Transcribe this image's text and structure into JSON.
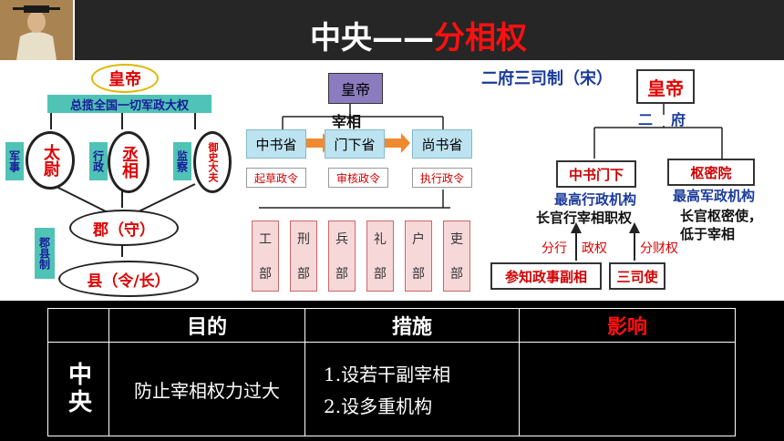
{
  "header": {
    "title_black": "中央——",
    "title_red": "分相权"
  },
  "qin": {
    "emperor": "皇帝",
    "banner": "总揽全国一切军政大权",
    "label_mil": "军事",
    "label_admin": "行政",
    "label_sup": "监察",
    "taiwei": "太尉",
    "chengxiang": "丞相",
    "yushi": "御史大夫",
    "jun": "郡（守）",
    "county_label": "郡县制",
    "xian": "县（令/长）"
  },
  "sui": {
    "emperor": "皇帝",
    "zaixiang": "宰相",
    "depts": [
      "中书省",
      "门下省",
      "尚书省"
    ],
    "roles": [
      "起草政令",
      "审核政令",
      "执行政令"
    ],
    "bu": [
      [
        "工",
        "部"
      ],
      [
        "刑",
        "部"
      ],
      [
        "兵",
        "部"
      ],
      [
        "礼",
        "部"
      ],
      [
        "户",
        "部"
      ],
      [
        "吏",
        "部"
      ]
    ]
  },
  "song": {
    "title": "二府三司制（宋）",
    "emperor": "皇帝",
    "er": "二",
    "fu": "府",
    "zhongshu": "中书门下",
    "shumi": "枢密院",
    "zhongshu_desc": "最高行政机构",
    "zhongshu_head": "长官行宰相职权",
    "shumi_desc": "最高军政机构",
    "shumi_head1": "长官枢密使，",
    "shumi_head2": "低于宰相",
    "split1": "分行",
    "split1b": "政权",
    "split2": "分财权",
    "canzhi": "参知政事副相",
    "sansi": "三司使"
  },
  "table": {
    "headers": [
      "",
      "目的",
      "措施",
      "影响"
    ],
    "row_label": "中央",
    "purpose": "防止宰相权力过大",
    "measures": [
      "1.设若干副宰相",
      "2.设多重机构"
    ],
    "effect": ""
  },
  "colors": {
    "accent_red": "#ff1010",
    "teal": "#4fc3b5",
    "dark": "#262626"
  }
}
